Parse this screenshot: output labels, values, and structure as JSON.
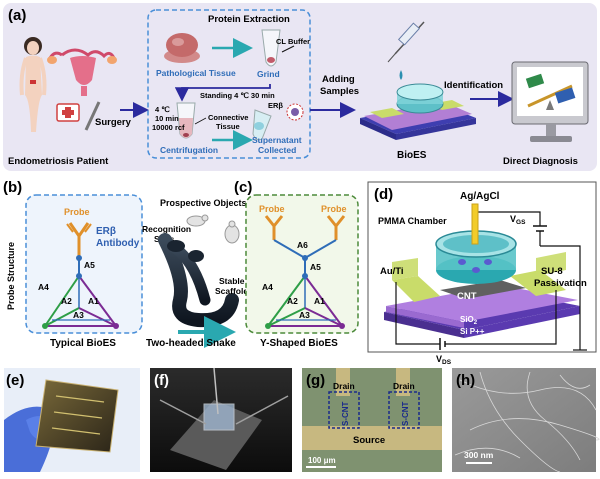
{
  "panel_a": {
    "letter": "(a)",
    "patient_label": "Endometriosis Patient",
    "surgery_label": "Surgery",
    "protein_extraction_title": "Protein Extraction",
    "pathological_tissue_label": "Pathological Tissue",
    "grind_label": "Grind",
    "cl_buffer_label": "CL Buffer",
    "standing_label": "Standing 4 ℃ 30 min",
    "centrifuge_line1": "4 ℃",
    "centrifuge_line2": "10 min",
    "centrifuge_line3": "10000 rcf",
    "centrifugation_label": "Centrifugation",
    "connective_tissue_label_1": "Connective",
    "connective_tissue_label_2": "Tissue",
    "er_beta_label": "ERβ",
    "supernatant_label_1": "Supernatant",
    "supernatant_label_2": "Collected",
    "adding_samples_1": "Adding",
    "adding_samples_2": "Samples",
    "bioes_label": "BioES",
    "identification_label": "Identification",
    "direct_diagnosis_label": "Direct Diagnosis"
  },
  "panel_b": {
    "letter": "(b)",
    "probe_structure_label": "Probe Structure",
    "probe_label": "Probe",
    "antibody_line1": "ERβ",
    "antibody_line2": "Antibody",
    "a1": "A1",
    "a2": "A2",
    "a3": "A3",
    "a4": "A4",
    "a5": "A5",
    "caption": "Typical BioES"
  },
  "snake": {
    "prospective_objects_label": "Prospective Objects",
    "recognition_line1": "Recognition",
    "recognition_line2": "Sites",
    "stable_line1": "Stable",
    "stable_line2": "Scaffold",
    "caption": "Two-headed Snake"
  },
  "panel_c": {
    "letter": "(c)",
    "probe_left": "Probe",
    "probe_right": "Probe",
    "a1": "A1",
    "a2": "A2",
    "a3": "A3",
    "a4": "A4",
    "a5": "A5",
    "a6": "A6",
    "caption": "Y-Shaped BioES"
  },
  "panel_d": {
    "letter": "(d)",
    "electrode_label": "Ag/AgCl",
    "vgs_label": "V",
    "vgs_sub": "GS",
    "pmma_label": "PMMA Chamber",
    "au_ti_label": "Au/Ti",
    "su8_line1": "SU-8",
    "su8_line2": "Passivation",
    "cnt_label": "CNT",
    "sio2_label": "SiO",
    "sio2_sub": "2",
    "si_label": "Si P++",
    "vds_label": "V",
    "vds_sub": "DS"
  },
  "panel_e": {
    "letter": "(e)"
  },
  "panel_f": {
    "letter": "(f)"
  },
  "panel_g": {
    "letter": "(g)",
    "drain_left": "Drain",
    "drain_right": "Drain",
    "scnt_left": "S-CNT",
    "scnt_right": "S-CNT",
    "source_label": "Source",
    "scale_label": "100 μm"
  },
  "panel_h": {
    "letter": "(h)",
    "scale_label": "300 nm"
  },
  "colors": {
    "panel_a_bg": "#e9e6f3",
    "dashed_blue": "#4a8fd8",
    "dashed_green": "#4c8a3a",
    "teal_arrow": "#2aa8b0",
    "navy_arrow": "#2b2a9e",
    "probe_orange": "#e0902a",
    "antibody_blue": "#2f5fb0",
    "a1_purple": "#7b2b94",
    "a2_green": "#2e9e47",
    "a3_blue": "#2f6db8",
    "a4_green": "#2e9e47",
    "a5_blue": "#2f6db8",
    "yellow_green_pad": "#c9dc6a",
    "gold_electrode": "#d7c45a"
  }
}
